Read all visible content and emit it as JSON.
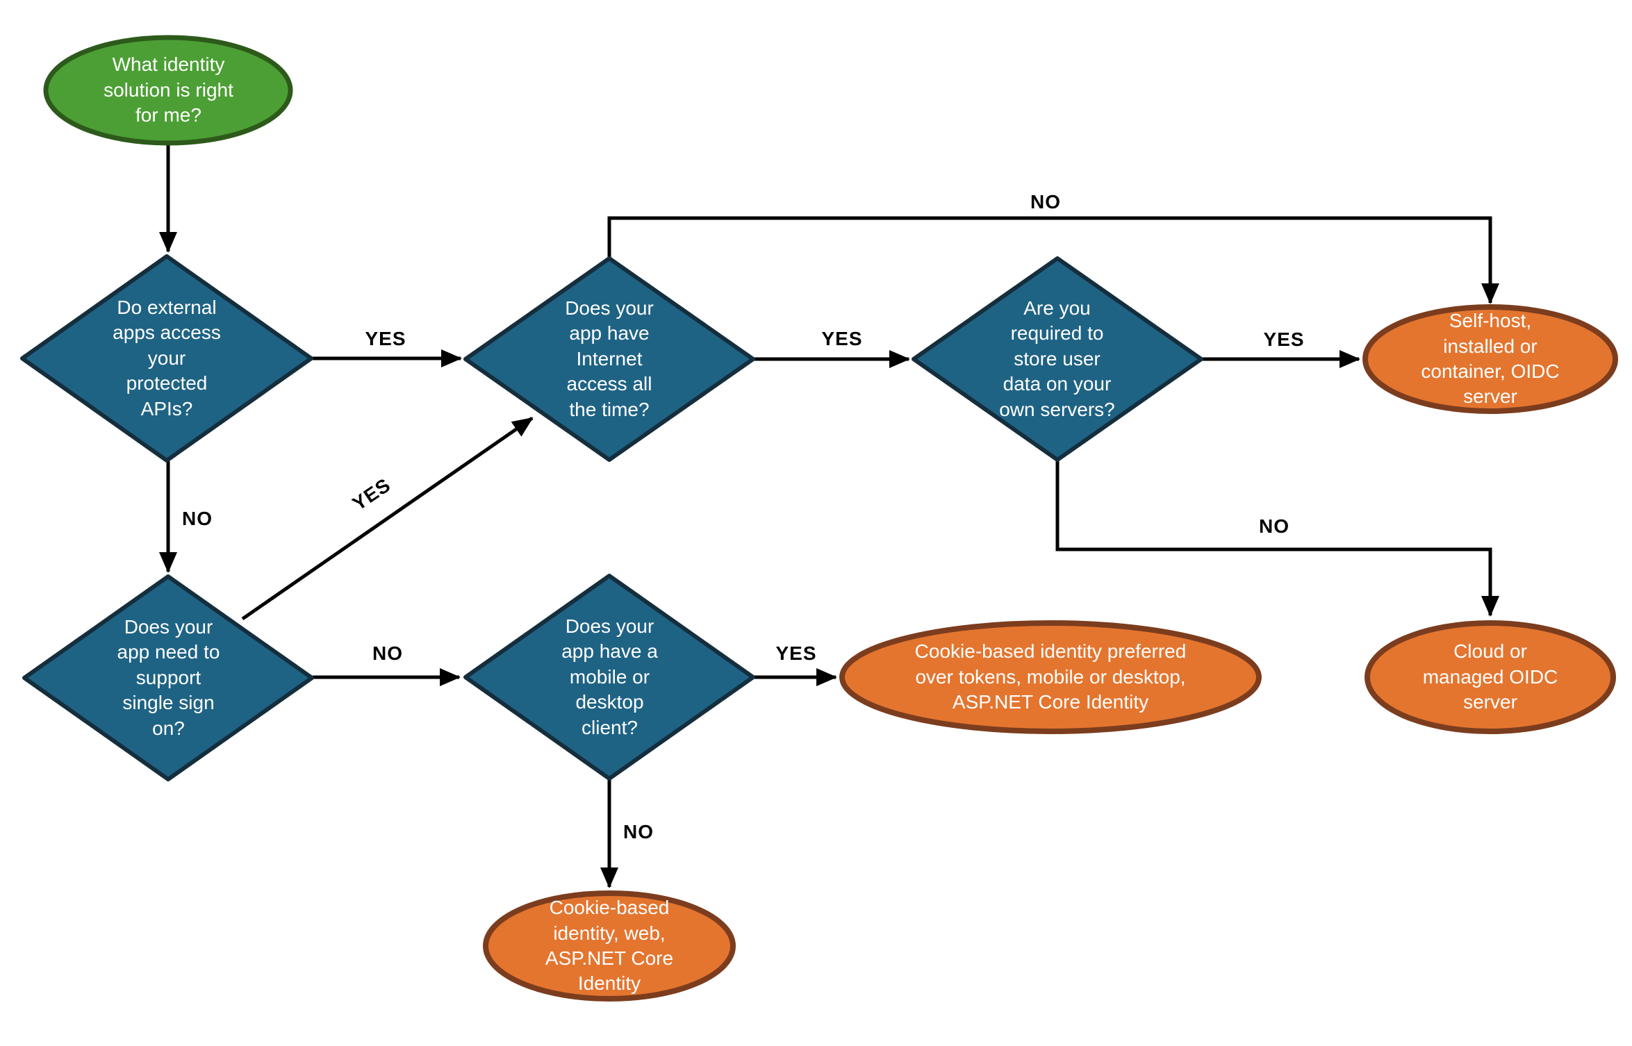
{
  "colors": {
    "background": "#FFFFFF",
    "start_fill": "#4C9F35",
    "start_stroke": "#2D5A1B",
    "decision_fill": "#1F6384",
    "decision_stroke": "#152E3D",
    "result_fill": "#E4752F",
    "result_stroke": "#7C3D1E",
    "edge_line": "#000000",
    "node_text": "#FFFFFF",
    "edge_label_text": "#000000"
  },
  "nodes": {
    "start": {
      "label": "What identity solution is right for me?"
    },
    "external_apis": {
      "label": "Do external apps access your protected APIs?"
    },
    "internet_access": {
      "label": "Does your app have Internet access all the time?"
    },
    "store_user_data": {
      "label": "Are you required to store user data on your own servers?"
    },
    "self_host": {
      "label": "Self-host, installed or container, OIDC server"
    },
    "single_sign_on": {
      "label": "Does your app need to support single sign on?"
    },
    "mobile_desktop": {
      "label": "Does your app have a mobile or desktop client?"
    },
    "cookie_preferred": {
      "label": "Cookie-based identity preferred over tokens, mobile or desktop, ASP.NET Core Identity"
    },
    "cloud_managed": {
      "label": "Cloud or managed OIDC server"
    },
    "cookie_web": {
      "label": "Cookie-based identity, web, ASP.NET Core Identity"
    }
  },
  "edges": {
    "external_apis_yes": "YES",
    "external_apis_no": "NO",
    "single_sign_on_yes": "YES",
    "single_sign_on_no": "NO",
    "internet_access_yes": "YES",
    "internet_access_no": "NO",
    "store_user_data_yes": "YES",
    "store_user_data_no": "NO",
    "mobile_desktop_yes": "YES",
    "mobile_desktop_no": "NO"
  }
}
